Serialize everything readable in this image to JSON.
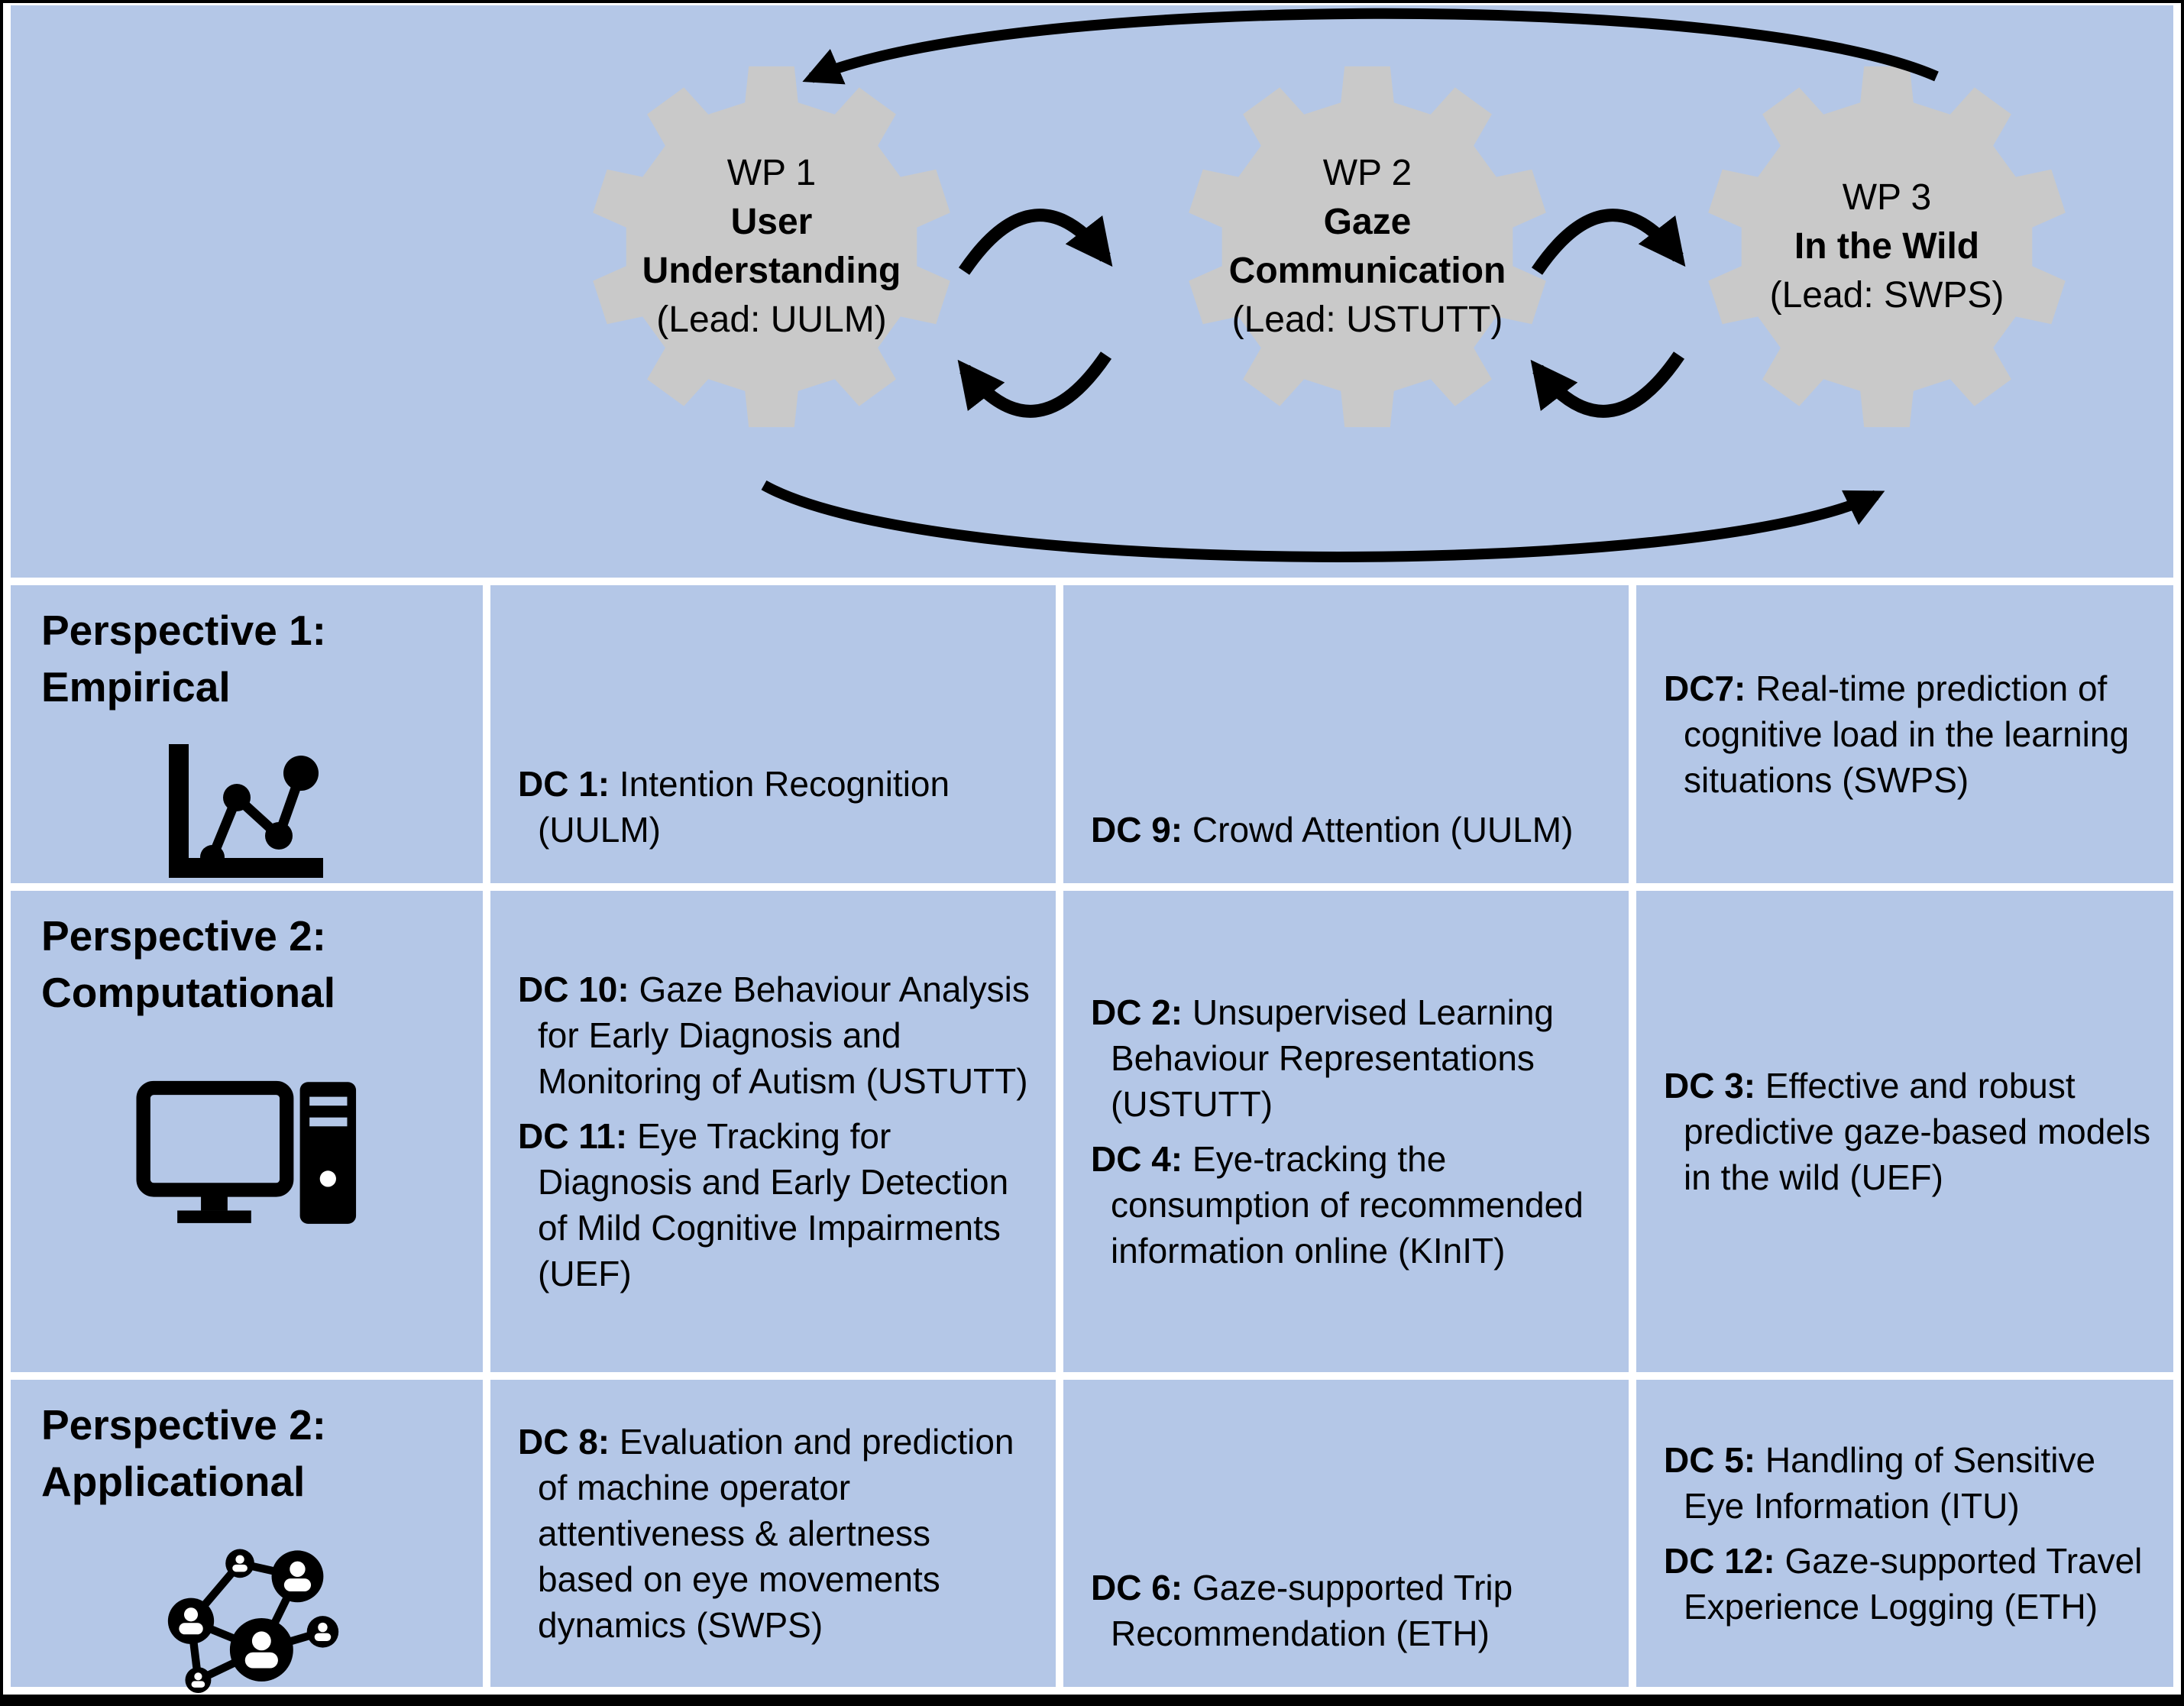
{
  "colors": {
    "background_blue": "#b4c7e7",
    "gear_gray": "#c9c9c9",
    "line_black": "#000000",
    "gutter_white": "#ffffff"
  },
  "work_packages": [
    {
      "id": "WP 1",
      "title": "User Understanding",
      "lead": "(Lead: UULM)"
    },
    {
      "id": "WP 2",
      "title": "Gaze Communication",
      "lead": "(Lead: USTUTT)"
    },
    {
      "id": "WP 3",
      "title": "In the Wild",
      "lead": "(Lead: SWPS)"
    }
  ],
  "arrows": {
    "top_loop": "WP3 to WP1",
    "bottom_loop": "WP1 to WP3",
    "cycles": [
      "WP1-WP2",
      "WP2-WP3"
    ]
  },
  "perspectives": [
    {
      "line1": "Perspective 1:",
      "line2": "Empirical",
      "icon": "line-chart-icon"
    },
    {
      "line1": "Perspective 2:",
      "line2": "Computational",
      "icon": "desktop-computer-icon"
    },
    {
      "line1": "Perspective 2:",
      "line2": "Applicational",
      "icon": "people-network-icon"
    }
  ],
  "matrix": {
    "r1": {
      "c2": [
        {
          "label": "DC 1:",
          "text": "Intention Recognition (UULM)"
        }
      ],
      "c3": [
        {
          "label": "DC 9:",
          "text": "Crowd Attention (UULM)"
        }
      ],
      "c4": [
        {
          "label": "DC7:",
          "text": "Real-time prediction of cognitive load in the learning situations (SWPS)"
        }
      ]
    },
    "r2": {
      "c2": [
        {
          "label": "DC 10:",
          "text": "Gaze Behaviour Analysis for Early Diagnosis and Monitoring of Autism (USTUTT)"
        },
        {
          "label": "DC 11:",
          "text": "Eye Tracking for Diagnosis and Early Detection of Mild Cognitive Impairments (UEF)"
        }
      ],
      "c3": [
        {
          "label": "DC 2:",
          "text": "Unsupervised Learning Behaviour Representations (USTUTT)"
        },
        {
          "label": "DC 4:",
          "text": "Eye-tracking the consumption of recommended information online (KInIT)"
        }
      ],
      "c4": [
        {
          "label": "DC 3:",
          "text": "Effective and robust predictive gaze-based models in the wild (UEF)"
        }
      ]
    },
    "r3": {
      "c2": [
        {
          "label": "DC 8:",
          "text": "Evaluation and prediction of machine operator attentiveness & alertness based on eye movements dynamics (SWPS)"
        }
      ],
      "c3": [
        {
          "label": "DC 6:",
          "text": "Gaze-supported Trip Recommendation (ETH)"
        }
      ],
      "c4": [
        {
          "label": "DC 5:",
          "text": "Handling of Sensitive Eye Information (ITU)"
        },
        {
          "label": "DC 12:",
          "text": "Gaze-supported Travel Experience Logging (ETH)"
        }
      ]
    }
  }
}
